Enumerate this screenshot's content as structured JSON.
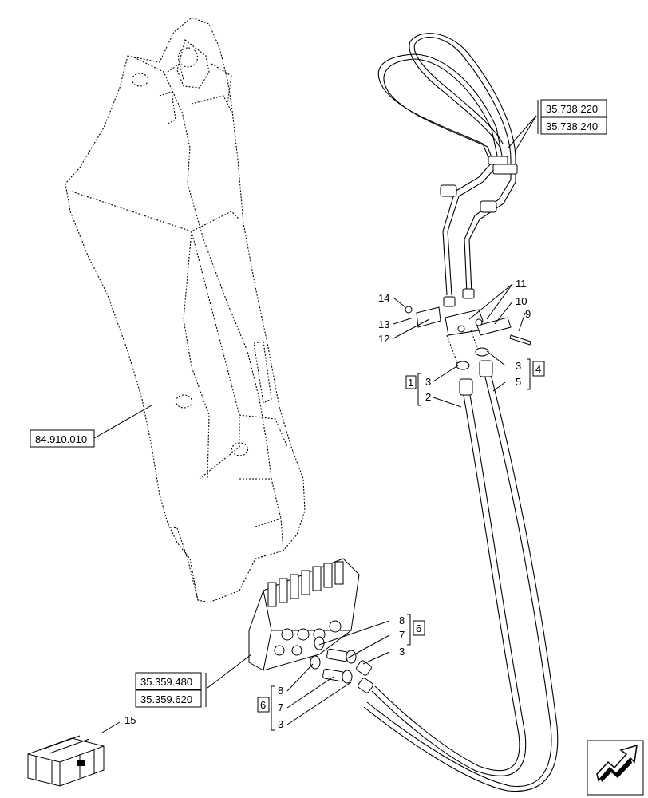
{
  "references": {
    "hose_ref_1": "35.738.220",
    "hose_ref_2": "35.738.240",
    "boom_ref": "84.910.010",
    "valve_ref_1": "35.359.480",
    "valve_ref_2": "35.359.620"
  },
  "kit_labels": {
    "kit_1": "1",
    "kit_4": "4",
    "kit_6_right": "6",
    "kit_6_left": "6"
  },
  "callouts": {
    "c14": "14",
    "c13": "13",
    "c12": "12",
    "c11": "11",
    "c10": "10",
    "c9": "9",
    "c3a": "3",
    "c2": "2",
    "c3b": "3",
    "c5": "5",
    "c8a": "8",
    "c7a": "7",
    "c3c": "3",
    "c8b": "8",
    "c7b": "7",
    "c3d": "3",
    "c15": "15"
  }
}
